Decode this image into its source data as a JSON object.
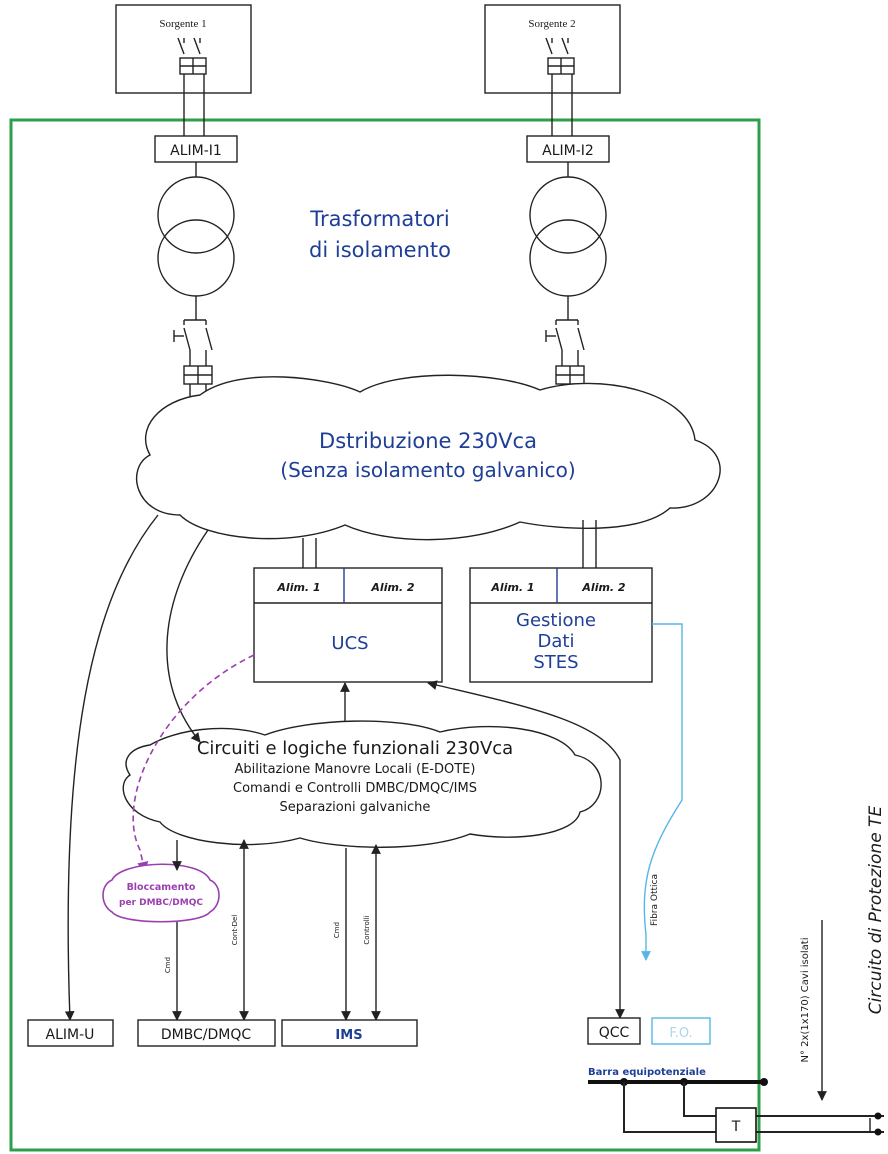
{
  "sources": {
    "s1": "Sorgente 1",
    "s2": "Sorgente 2"
  },
  "feeders": {
    "a1": "ALIM-I1",
    "a2": "ALIM-I2"
  },
  "transformers_label": {
    "line1": "Trasformatori",
    "line2": "di isolamento"
  },
  "distribution": {
    "line1": "Dstribuzione 230Vca",
    "line2": "(Senza isolamento galvanico)"
  },
  "ucs": {
    "alim1": "Alim. 1",
    "alim2": "Alim. 2",
    "title": "UCS"
  },
  "gestione": {
    "alim1": "Alim. 1",
    "alim2": "Alim. 2",
    "line1": "Gestione",
    "line2": "Dati",
    "line3": "STES"
  },
  "circuits": {
    "title": "Circuiti e logiche funzionali 230Vca",
    "line1": "Abilitazione Manovre Locali (E-DOTE)",
    "line2": "Comandi e Controlli DMBC/DMQC/IMS",
    "line3": "Separazioni galvaniche"
  },
  "bloccamento": {
    "line1": "Bloccamento",
    "line2": "per DMBC/DMQC"
  },
  "wire_labels": {
    "cmd": "Cmd",
    "cont_del": "Cont-Del",
    "controlli": "Controlli"
  },
  "bottom_boxes": {
    "alim_u": "ALIM-U",
    "dmbc": "DMBC/DMQC",
    "ims": "IMS",
    "qcc": "QCC",
    "fo": "F.O."
  },
  "fibra": "Fibra Ottica",
  "barra": "Barra equipotenziale",
  "t_box": "T",
  "cavi": "N° 2x(1x170) Cavi isolati",
  "protezione": "Circuito di Protezione TE",
  "colors": {
    "enclosure": "#2e9e4c",
    "text_blue": "#1f3f97",
    "bloccamento": "#9b3fb0",
    "fiber": "#56b7e6"
  }
}
